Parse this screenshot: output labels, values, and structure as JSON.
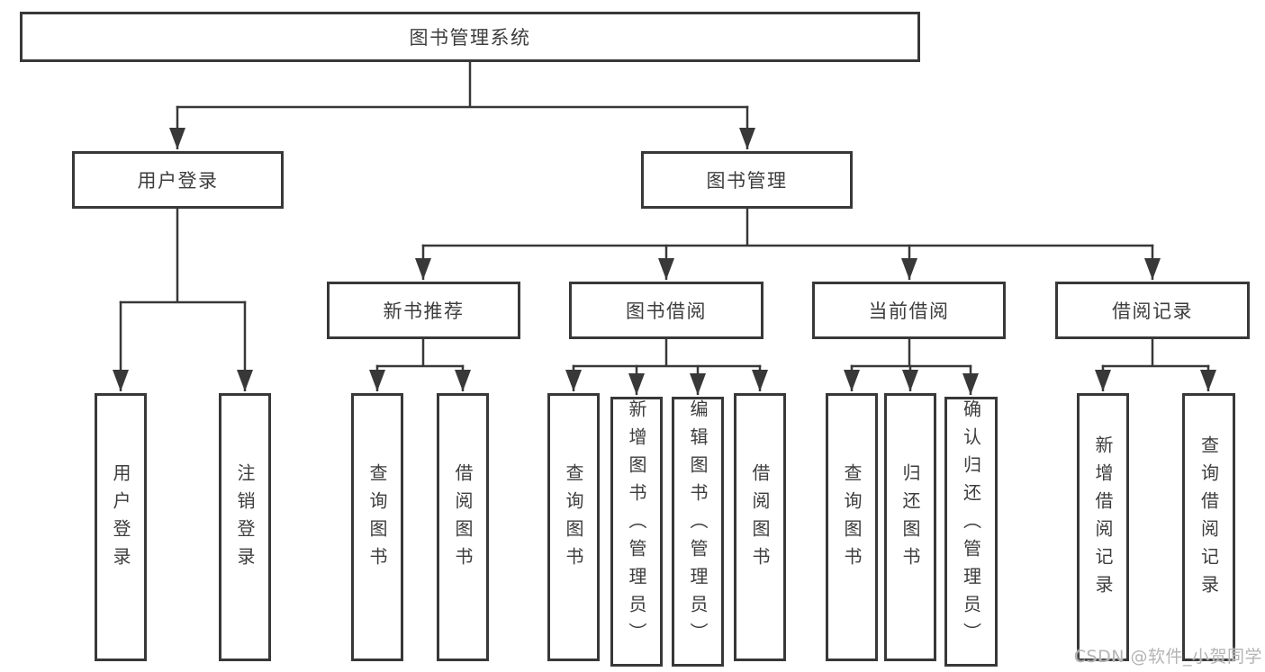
{
  "nodes": {
    "root": "图书管理系统",
    "user_login": "用户登录",
    "book_mgmt": "图书管理",
    "new_book_rec": "新书推荐",
    "book_borrow": "图书借阅",
    "current_borrow": "当前借阅",
    "borrow_record": "借阅记录",
    "leaf_user_login": "用户登录",
    "leaf_logout": "注销登录",
    "leaf_rec_query_book": "查询图书",
    "leaf_rec_borrow_book": "借阅图书",
    "leaf_bb_query_book": "查询图书",
    "leaf_bb_add_book": "新增图书（管理员）",
    "leaf_bb_edit_book": "编辑图书（管理员）",
    "leaf_bb_borrow_book": "借阅图书",
    "leaf_cb_query_book": "查询图书",
    "leaf_cb_return_book": "归还图书",
    "leaf_cb_confirm_return": "确认归还（管理员）",
    "leaf_br_add_record": "新增借阅记录",
    "leaf_br_query_record": "查询借阅记录"
  },
  "watermark": "CSDN @软件_小贺同学",
  "colors": {
    "line": "#383838",
    "text": "#3d3d3d",
    "background": "#ffffff",
    "watermark": "#b4b4b4"
  }
}
